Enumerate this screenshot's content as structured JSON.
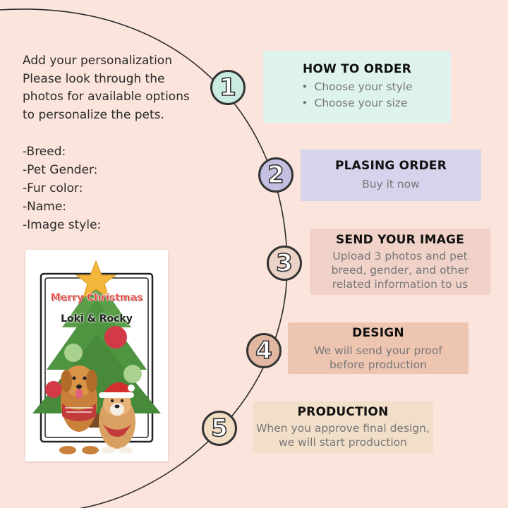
{
  "intro": {
    "lines": [
      "Add your personalization",
      "Please look through the",
      "photos for available options",
      "to personalize the pets."
    ]
  },
  "fields": [
    "-Breed:",
    "-Pet Gender:",
    "-Fur color:",
    "-Name:",
    "-Image style:"
  ],
  "product": {
    "greeting": "Merry Christmas",
    "names": "Loki & Rocky"
  },
  "steps": [
    {
      "number": "1",
      "title": "HOW TO ORDER",
      "bullets": [
        "Choose your style",
        "Choose your size"
      ],
      "color": "#dff3ee",
      "circle": "#c9ebe2"
    },
    {
      "number": "2",
      "title": "PLASING ORDER",
      "desc": [
        "Buy it now"
      ],
      "color": "#d6d3ec",
      "circle": "#c2bfe0"
    },
    {
      "number": "3",
      "title": "SEND YOUR IMAGE",
      "desc": [
        "Upload 3 photos and pet",
        "breed, gender, and other",
        "related information to us"
      ],
      "color": "#f0d2c8",
      "circle": "#ecd3c8"
    },
    {
      "number": "4",
      "title": "DESIGN",
      "desc": [
        "We will send your proof",
        "before production"
      ],
      "color": "#eec5b1",
      "circle": "#e2b7a2"
    },
    {
      "number": "5",
      "title": "PRODUCTION",
      "desc": [
        "When you approve final design,",
        "we will start production"
      ],
      "color": "#f2dfc9",
      "circle": "#f1ddc3"
    }
  ]
}
